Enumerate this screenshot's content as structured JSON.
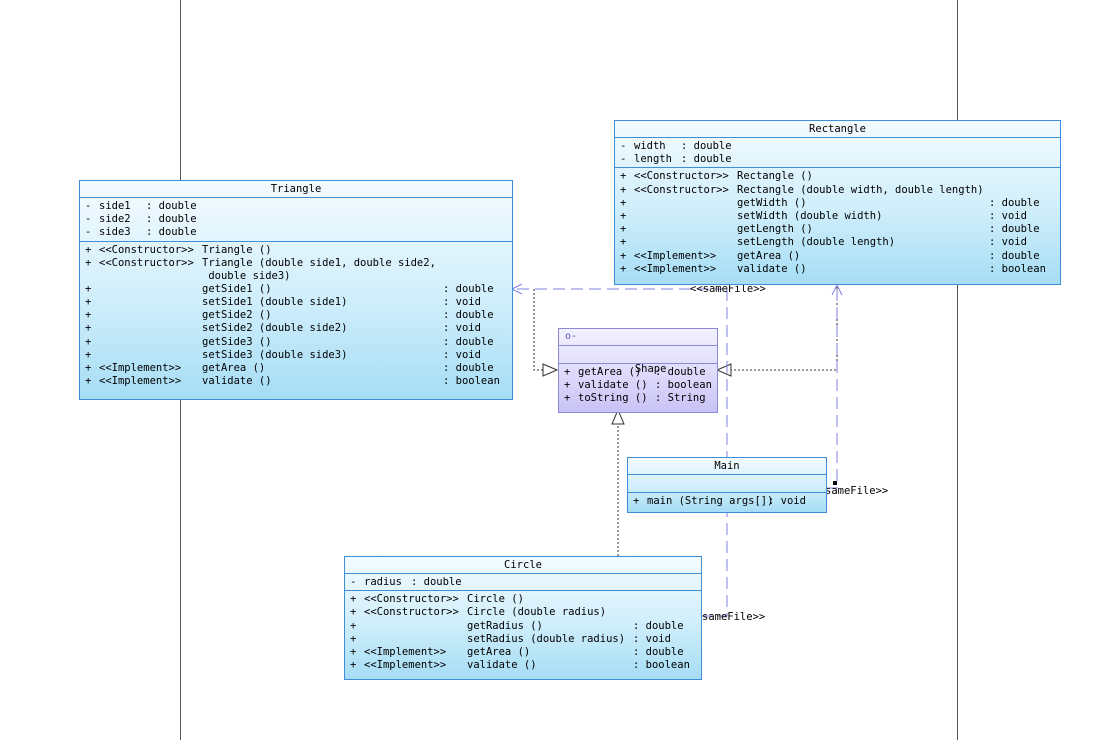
{
  "classes": {
    "triangle": {
      "name": "Triangle",
      "attributes": [
        {
          "vis": "-",
          "name": "side1",
          "type": ": double"
        },
        {
          "vis": "-",
          "name": "side2",
          "type": ": double"
        },
        {
          "vis": "-",
          "name": "side3",
          "type": ": double"
        }
      ],
      "operations": [
        {
          "vis": "+",
          "stereo": "<<Constructor>>",
          "sig": "Triangle ()",
          "type": ""
        },
        {
          "vis": "+",
          "stereo": "<<Constructor>>",
          "sig": "Triangle (double side1, double side2,\n double side3)",
          "type": ""
        },
        {
          "vis": "+",
          "stereo": "",
          "sig": "getSide1 ()",
          "type": ": double"
        },
        {
          "vis": "+",
          "stereo": "",
          "sig": "setSide1 (double side1)",
          "type": ": void"
        },
        {
          "vis": "+",
          "stereo": "",
          "sig": "getSide2 ()",
          "type": ": double"
        },
        {
          "vis": "+",
          "stereo": "",
          "sig": "setSide2 (double side2)",
          "type": ": void"
        },
        {
          "vis": "+",
          "stereo": "",
          "sig": "getSide3 ()",
          "type": ": double"
        },
        {
          "vis": "+",
          "stereo": "",
          "sig": "setSide3 (double side3)",
          "type": ": void"
        },
        {
          "vis": "+",
          "stereo": "<<Implement>>",
          "sig": "getArea ()",
          "type": ": double"
        },
        {
          "vis": "+",
          "stereo": "<<Implement>>",
          "sig": "validate ()",
          "type": ": boolean"
        }
      ]
    },
    "rectangle": {
      "name": "Rectangle",
      "attributes": [
        {
          "vis": "-",
          "name": "width ",
          "type": ": double"
        },
        {
          "vis": "-",
          "name": "length",
          "type": ": double"
        }
      ],
      "operations": [
        {
          "vis": "+",
          "stereo": "<<Constructor>>",
          "sig": "Rectangle ()",
          "type": ""
        },
        {
          "vis": "+",
          "stereo": "<<Constructor>>",
          "sig": "Rectangle (double width, double length)",
          "type": ""
        },
        {
          "vis": "+",
          "stereo": "",
          "sig": "getWidth ()",
          "type": ": double"
        },
        {
          "vis": "+",
          "stereo": "",
          "sig": "setWidth (double width)",
          "type": ": void"
        },
        {
          "vis": "+",
          "stereo": "",
          "sig": "getLength ()",
          "type": ": double"
        },
        {
          "vis": "+",
          "stereo": "",
          "sig": "setLength (double length)",
          "type": ": void"
        },
        {
          "vis": "+",
          "stereo": "<<Implement>>",
          "sig": "getArea ()",
          "type": ": double"
        },
        {
          "vis": "+",
          "stereo": "<<Implement>>",
          "sig": "validate ()",
          "type": ": boolean"
        }
      ]
    },
    "shape": {
      "name": "Shape",
      "icon": "interface-icon",
      "operations": [
        {
          "vis": "+",
          "sig": "getArea ()",
          "type": ": double"
        },
        {
          "vis": "+",
          "sig": "validate ()",
          "type": ": boolean"
        },
        {
          "vis": "+",
          "sig": "toString ()",
          "type": ": String"
        }
      ]
    },
    "main": {
      "name": "Main",
      "operations": [
        {
          "vis": "+",
          "sig": "main (String args[])",
          "type": ": void"
        }
      ]
    },
    "circle": {
      "name": "Circle",
      "attributes": [
        {
          "vis": "-",
          "name": "radius",
          "type": ": double"
        }
      ],
      "operations": [
        {
          "vis": "+",
          "stereo": "<<Constructor>>",
          "sig": "Circle ()",
          "type": ""
        },
        {
          "vis": "+",
          "stereo": "<<Constructor>>",
          "sig": "Circle (double radius)",
          "type": ""
        },
        {
          "vis": "+",
          "stereo": "",
          "sig": "getRadius ()",
          "type": ": double"
        },
        {
          "vis": "+",
          "stereo": "",
          "sig": "setRadius (double radius)",
          "type": ": void"
        },
        {
          "vis": "+",
          "stereo": "<<Implement>>",
          "sig": "getArea ()",
          "type": ": double"
        },
        {
          "vis": "+",
          "stereo": "<<Implement>>",
          "sig": "validate ()",
          "type": ": boolean"
        }
      ]
    }
  },
  "relations": {
    "same_file_label_top": "<<sameFile>>",
    "same_file_label_main": "sameFile>>",
    "same_file_label_circle": "sameFile>>"
  },
  "colors": {
    "class_border": "#3f8fd6",
    "interface_border": "#8a8ad6",
    "dependency_line": "#8080e0"
  }
}
